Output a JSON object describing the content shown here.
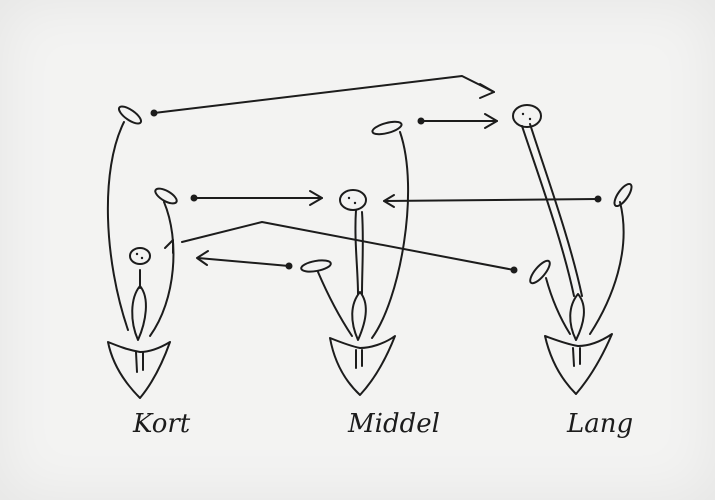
{
  "labels": {
    "short": "Kort",
    "middle": "Middel",
    "long": "Lang"
  },
  "colors": {
    "paper": "#f3f3f2",
    "ink": "#1c1c1c"
  }
}
